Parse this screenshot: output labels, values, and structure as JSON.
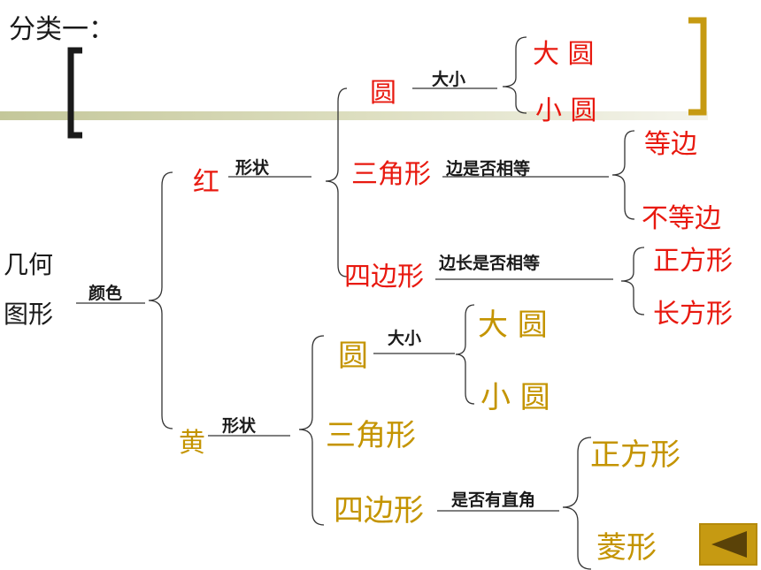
{
  "title": "分类一：",
  "root": {
    "line1": "几何",
    "line2": "图形",
    "criterion": "颜色"
  },
  "red": {
    "name": "红",
    "criterion": "形状",
    "circle": {
      "name": "圆",
      "criterion": "大小",
      "children": [
        "大 圆",
        "小 圆"
      ]
    },
    "triangle": {
      "name": "三角形",
      "criterion": "边是否相等",
      "children": [
        "等边",
        "不等边"
      ]
    },
    "quad": {
      "name": "四边形",
      "criterion": "边长是否相等",
      "children": [
        "正方形",
        "长方形"
      ]
    }
  },
  "yellow": {
    "name": "黄",
    "criterion": "形状",
    "circle": {
      "name": "圆",
      "criterion": "大小",
      "children": [
        "大 圆",
        "小 圆"
      ]
    },
    "triangle": {
      "name": "三角形"
    },
    "quad": {
      "name": "四边形",
      "criterion": "是否有直角",
      "children": [
        "正方形",
        "菱形"
      ]
    }
  },
  "colors": {
    "red": "#e8190f",
    "gold": "#c49400",
    "line": "#333333",
    "bracket": "#c69a12"
  },
  "back_button": {
    "icon": "triangle-left-icon"
  }
}
